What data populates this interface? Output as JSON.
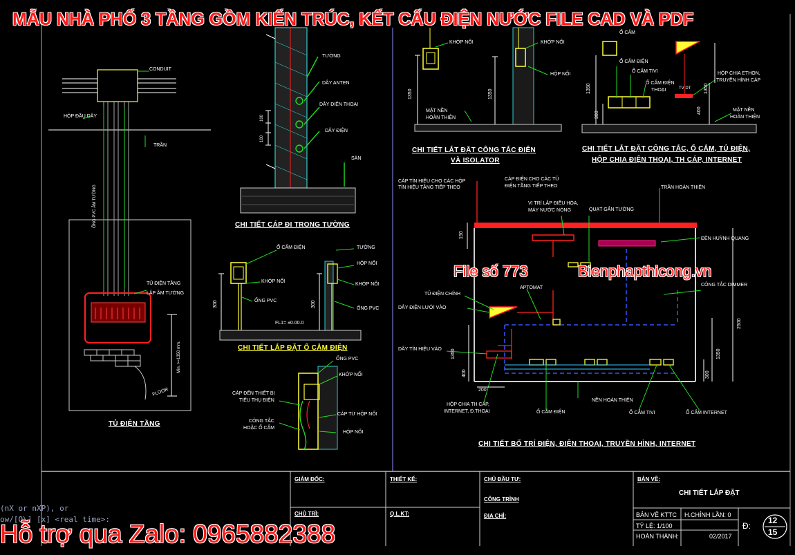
{
  "banner": "MẪU NHÀ PHỐ 3 TẦNG GỒM KIẾN TRÚC, KẾT CẤU ĐIỆN NƯỚC FILE CAD VÀ PDF",
  "watermark": {
    "file_no": "File số 773",
    "site": "Bienphapthicong.vn",
    "zalo": "Hỗ trợ qua Zalo: 0965882388"
  },
  "command_line": {
    "line1": "(nX or nXP), or",
    "line2": "ow/[O\\] [x] <real time>:"
  },
  "panel": {
    "conduit": "CONDUIT",
    "junction_box": "HỘP ĐẦU DÂY",
    "ceiling": "TRẦN",
    "pvc_pipe": "ỐNG PVC ÂM TƯỜNG",
    "floor_panel_1": "TỦ ĐIỆN TẦNG",
    "floor_panel_2": "LẮP ÂM TƯỜNG",
    "min_height": "Min. >=1350 mm.",
    "floor": "FLOOR",
    "title": "TỦ ĐIỆN TẦNG"
  },
  "wall_cable": {
    "wall": "TƯỜNG",
    "antenna": "DÂY ANTEN",
    "phone": "DÂY ĐIỆN THOẠI",
    "electric": "DÂY ĐIỆN",
    "slab": "SÀN",
    "dim_100a": "100",
    "dim_100b": "100",
    "title": "CHI TIẾT CÁP ĐI TRONG TƯỜNG"
  },
  "socket_detail": {
    "socket": "Ổ CẮM ĐIỆN",
    "wall": "TƯỜNG",
    "joint_box_1": "KHỚP NỐI",
    "box": "HỘP NỐI",
    "joint_box_2": "KHỚP NỐI",
    "pvc_1": "ỐNG PVC",
    "pvc_2": "ỐNG PVC",
    "fl": "FL1= ±0.00.0",
    "dim_300a": "300",
    "dim_300b": "300",
    "title": "CHI TIẾT LẮP ĐẶT Ổ CẮM ĐIỆN"
  },
  "cable_detail": {
    "pvc": "ỐNG PVC",
    "joint": "KHỚP NỐI",
    "device_cable_1": "CÁP ĐẾN THIẾT BỊ",
    "device_cable_2": "TIÊU THỤ ĐIỆN",
    "cable_from_box": "CÁP TỪ HỘP NỐI",
    "switch_1": "CÔNG TẮC",
    "switch_2": "HOẶC Ổ CẮM",
    "box": "HỘP NỐI"
  },
  "switch_detail": {
    "joint_1": "KHỚP NỐI",
    "joint_2": "KHỚP NỐI",
    "box": "HỘP NỐI",
    "finished_floor_1": "MẶT NỀN",
    "finished_floor_2": "HOÀN THIỆN",
    "dim_1350a": "1350",
    "dim_1350b": "1350",
    "title_1": "CHI TIẾT LẮT ĐẶT CÔNG TẮC ĐIỆN",
    "title_2": "VÀ ISOLATOR"
  },
  "multi_detail": {
    "socket_top": "Ổ CẮM",
    "socket": "Ổ CẮM ĐIỆN",
    "tv_socket": "Ổ CẮM TIVI",
    "phone_socket_1": "Ổ CẮM ĐIỆN",
    "phone_socket_2": "THOẠI",
    "hub_1": "HỘP CHIA ETHON,",
    "hub_2": "TRUYỀN HÌNH CÁP",
    "tv_box": "TV DT",
    "finished_floor_1": "MẶT NỀN",
    "finished_floor_2": "HOÀN THIỆN",
    "dim_1350": "1350",
    "dim_1350b": "1350",
    "dim_300": "300",
    "dim_400": "400",
    "title_1": "CHI TIẾT LẮT ĐẶT CÔNG TẮC, Ổ CẮM, TỦ ĐIỆN,",
    "title_2": "HỘP CHIA ĐIỆN THOẠI, TH CÁP, INTERNET"
  },
  "layout_detail": {
    "signal_cable_1": "CÁP TÍN HIỆU CHO CÁC HỘP",
    "signal_cable_2": "TÍN HIỆU TẦNG TIẾP THEO",
    "power_cable_1": "CÁP ĐIỆN CHO CÁC TỦ",
    "power_cable_2": "ĐIỆN TẦNG TIẾP THEO",
    "finished_ceiling": "TRẦN HOÀN THIỆN",
    "ac_1": "VỊ TRÍ LẮP ĐIỀU HÒA,",
    "ac_2": "MÁY NƯỚC NÓNG",
    "fan": "QUẠT GẮN TƯỜNG",
    "fluorescent": "ĐÈN HUỲNH QUANG",
    "main_panel": "TỦ ĐIỆN CHÍNH",
    "breaker": "APTOMAT",
    "dimmer": "CÔNG TẮC DIMMER",
    "supply": "DÂY ĐIỆN LƯỚI VÀO",
    "signal_in": "DÂY TÍN HIỆU VÀO",
    "hub_1": "HỘP CHIA TH CÁP,",
    "hub_2": "INTERNET, Đ.THOẠI",
    "socket": "Ổ CẮM ĐIỆN",
    "finished_floor": "NỀN HOÀN THIỆN",
    "tv_socket": "Ổ CẮM TIVI",
    "internet_socket": "Ổ CẮM INTERNET",
    "dim_150": "150",
    "dim_2500": "2500",
    "dim_1350a": "1350",
    "dim_1350b": "1350",
    "dim_400": "400",
    "dim_300": "300",
    "dim_200": "200",
    "title": "CHI TIẾT BỐ TRÍ ĐIỆN, ĐIỆN THOẠI, TRUYỀN HÌNH, INTERNET"
  },
  "title_block": {
    "director": "GIÁM ĐỐC:",
    "designer": "THIẾT KẾ:",
    "owner": "CHỦ ĐẦU TƯ:",
    "drawing": "BẢN VẼ:",
    "drawing_name": "CHI TIẾT LẮP ĐẶT",
    "project": "CÔNG TRÌNH",
    "location": "ĐỊA CHỈ:",
    "chief": "CHỦ TRÌ:",
    "qlkt": "Q.L.KT:",
    "sheet_code": "BẢN VẼ KTTC",
    "revision": "H.CHỈNH LẦN: 0",
    "scale": "TỶ LỆ: 1/100",
    "complete": "HOÀN THÀNH:",
    "date": "02/2017",
    "d_label": "Đ:",
    "sheet_num": "12",
    "sheet_total": "15"
  },
  "colors": {
    "background": "#000000",
    "wire_green": "#22dd22",
    "wall_cyan": "#33cccc",
    "red": "#ff2020",
    "yellow": "#ffff33",
    "blue": "#3355ff"
  }
}
